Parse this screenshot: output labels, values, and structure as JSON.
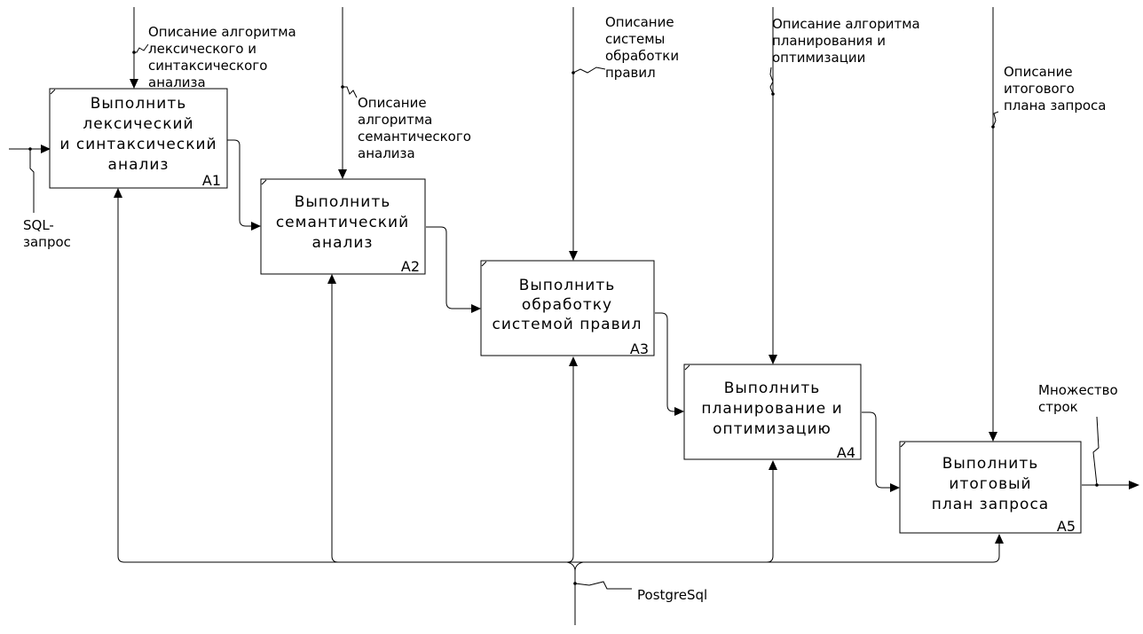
{
  "diagram": {
    "boxes": [
      {
        "id": "A1",
        "lines": [
          "Выполнить",
          "лексический",
          "и синтаксический",
          "анализ"
        ]
      },
      {
        "id": "A2",
        "lines": [
          "Выполнить",
          "семантический",
          "анализ"
        ]
      },
      {
        "id": "A3",
        "lines": [
          "Выполнить",
          "обработку",
          "системой правил"
        ]
      },
      {
        "id": "A4",
        "lines": [
          "Выполнить",
          "планирование и",
          "оптимизацию"
        ]
      },
      {
        "id": "A5",
        "lines": [
          "Выполнить",
          "итоговый",
          "план запроса"
        ]
      }
    ],
    "labels": {
      "input_sql": [
        "SQL-",
        "запрос"
      ],
      "ctrl_a1": [
        "Описание алгоритма",
        "лексического и",
        "синтаксического",
        "анализа"
      ],
      "ctrl_a2": [
        "Описание",
        "алгоритма",
        "семантического",
        "анализа"
      ],
      "ctrl_a3": [
        "Описание",
        "системы",
        "обработки",
        "правил"
      ],
      "ctrl_a4": [
        "Описание алгоритма",
        "планирования и",
        "оптимизации"
      ],
      "ctrl_a5": [
        "Описание",
        "итогового",
        "плана запроса"
      ],
      "output": [
        "Множество",
        "строк"
      ],
      "mechanism": [
        "PostgreSql"
      ]
    }
  }
}
